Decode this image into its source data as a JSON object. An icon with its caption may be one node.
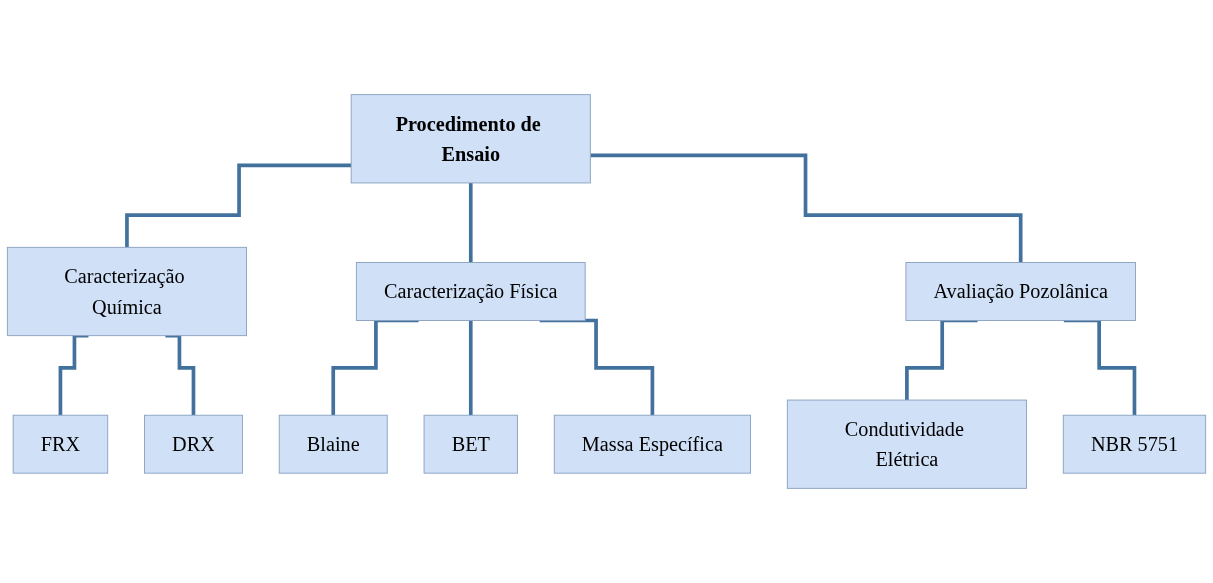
{
  "diagram": {
    "nodes": [
      {
        "text": [
          "Procedimento de Ensaio"
        ]
      },
      {
        "text": [
          "Caracterização Química"
        ]
      },
      {
        "text": [
          "Caracterização Física"
        ]
      },
      {
        "text": [
          "Avaliação Pozolânica"
        ]
      },
      {
        "text": [
          "FRX"
        ]
      },
      {
        "text": [
          "DRX"
        ]
      },
      {
        "text": [
          "Blaine"
        ]
      },
      {
        "text": [
          "BET"
        ]
      },
      {
        "text": [
          "Massa Específica"
        ]
      },
      {
        "text": [
          "Condutividade Elétrica"
        ]
      },
      {
        "text": [
          "NBR 5751"
        ]
      }
    ],
    "edges": [
      {
        "from": 0,
        "to": 1,
        "arrow": "none"
      },
      {
        "from": 0,
        "to": 2,
        "arrow": "none"
      },
      {
        "from": 0,
        "to": 3,
        "arrow": "none"
      },
      {
        "from": 1,
        "to": 4,
        "arrow": "none"
      },
      {
        "from": 1,
        "to": 5,
        "arrow": "none"
      },
      {
        "from": 2,
        "to": 6,
        "arrow": "none"
      },
      {
        "from": 2,
        "to": 7,
        "arrow": "none"
      },
      {
        "from": 2,
        "to": 8,
        "arrow": "none"
      },
      {
        "from": 3,
        "to": 9,
        "arrow": "none"
      },
      {
        "from": 3,
        "to": 10,
        "arrow": "none"
      }
    ]
  }
}
